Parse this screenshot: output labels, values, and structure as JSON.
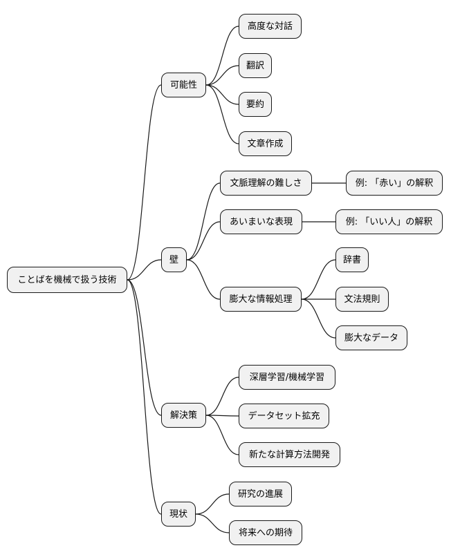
{
  "mindmap": {
    "root": "ことばを機械で扱う技術",
    "branches": [
      {
        "label": "可能性",
        "children": [
          {
            "label": "高度な対話"
          },
          {
            "label": "翻訳"
          },
          {
            "label": "要約"
          },
          {
            "label": "文章作成"
          }
        ]
      },
      {
        "label": "壁",
        "children": [
          {
            "label": "文脈理解の難しさ",
            "children": [
              {
                "label": "例: 「赤い」の解釈"
              }
            ]
          },
          {
            "label": "あいまいな表現",
            "children": [
              {
                "label": "例: 「いい人」の解釈"
              }
            ]
          },
          {
            "label": "膨大な情報処理",
            "children": [
              {
                "label": "辞書"
              },
              {
                "label": "文法規則"
              },
              {
                "label": "膨大なデータ"
              }
            ]
          }
        ]
      },
      {
        "label": "解決策",
        "children": [
          {
            "label": "深層学習/機械学習"
          },
          {
            "label": "データセット拡充"
          },
          {
            "label": "新たな計算方法開発"
          }
        ]
      },
      {
        "label": "現状",
        "children": [
          {
            "label": "研究の進展"
          },
          {
            "label": "将来への期待"
          }
        ]
      }
    ]
  }
}
